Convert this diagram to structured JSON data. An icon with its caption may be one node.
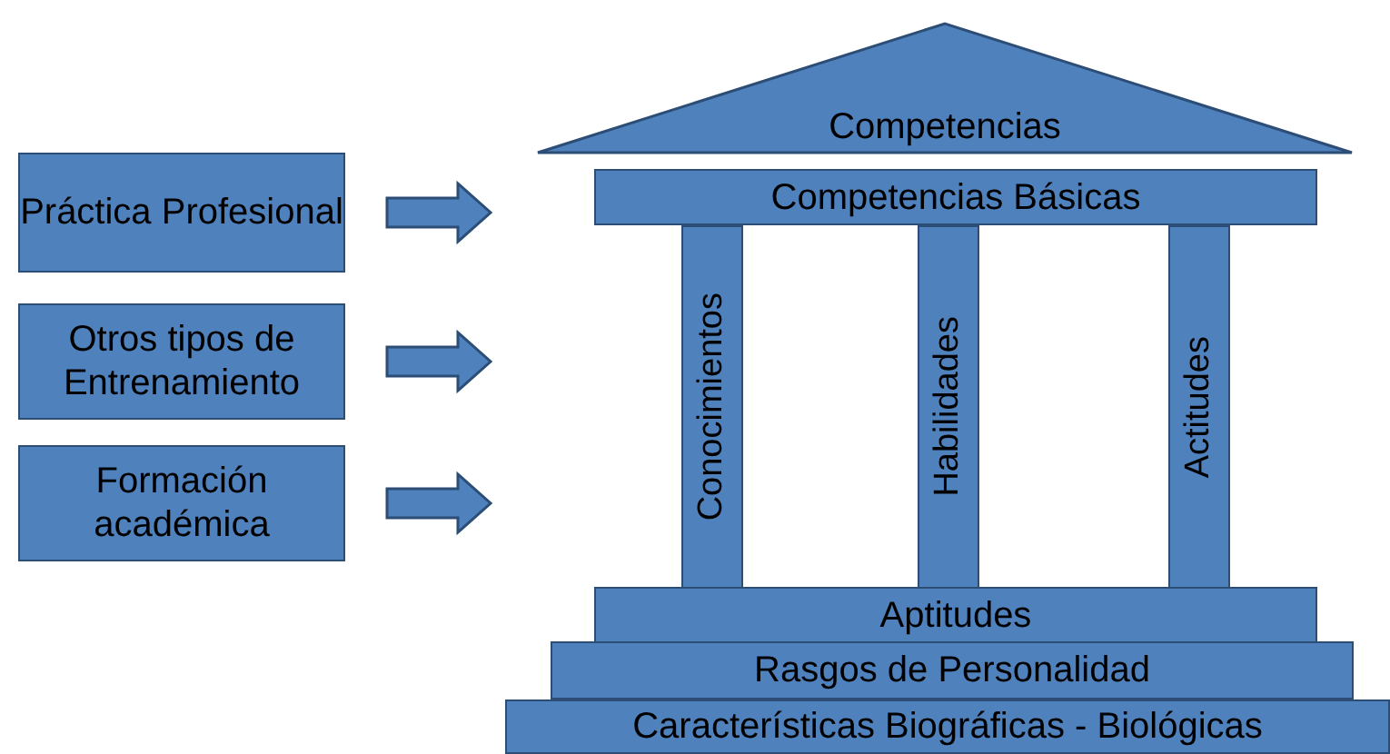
{
  "diagram": {
    "nodes": [
      {
        "text": [
          "Práctica Profesional"
        ]
      },
      {
        "text": [
          "Otros tipos de Entrenamiento"
        ]
      },
      {
        "text": [
          "Formación académica"
        ]
      },
      {
        "text": [
          "Competencias"
        ]
      },
      {
        "text": [
          "Competencias Básicas"
        ]
      },
      {
        "text": [
          "Conocimientos"
        ]
      },
      {
        "text": [
          "Habilidades"
        ]
      },
      {
        "text": [
          "Actitudes"
        ]
      },
      {
        "text": [
          "Aptitudes"
        ]
      },
      {
        "text": [
          "Rasgos de Personalidad"
        ]
      },
      {
        "text": [
          "Características Biográficas - Biológicas"
        ]
      }
    ],
    "edges": [
      {
        "from": 0,
        "to": null,
        "arrow": "to"
      },
      {
        "from": 1,
        "to": null,
        "arrow": "to"
      },
      {
        "from": 2,
        "to": null,
        "arrow": "to"
      }
    ]
  }
}
